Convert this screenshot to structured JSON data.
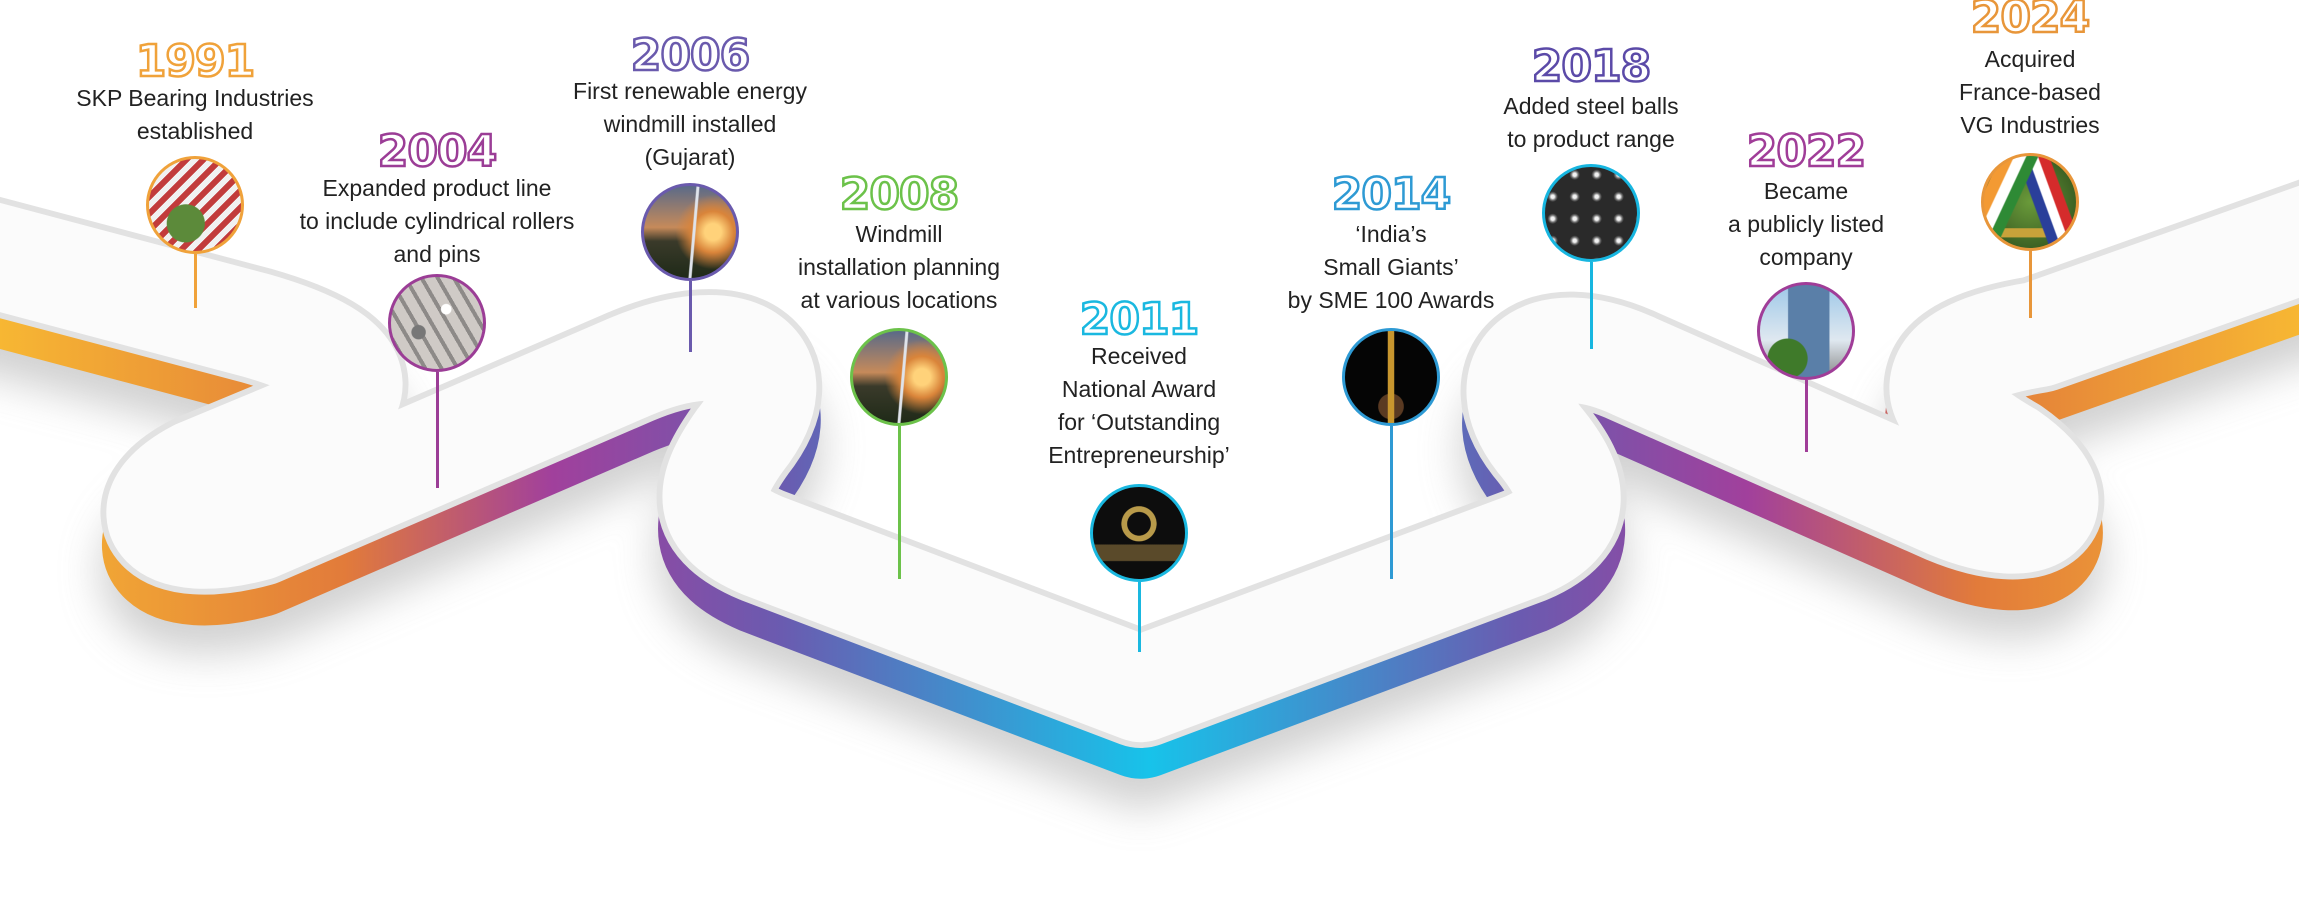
{
  "milestones": [
    {
      "year": "1991",
      "lines": [
        "SKP Bearing Industries",
        "established"
      ],
      "color": "#f0a23a",
      "image": "factory-aerial"
    },
    {
      "year": "2004",
      "lines": [
        "Expanded product line",
        "to include cylindrical rollers",
        "and pins"
      ],
      "color": "#9b3d96",
      "image": "rollers-and-pins"
    },
    {
      "year": "2006",
      "lines": [
        "First renewable energy",
        "windmill installed",
        "(Gujarat)"
      ],
      "color": "#6a5aad",
      "image": "windmill-sunset"
    },
    {
      "year": "2008",
      "lines": [
        "Windmill",
        "installation planning",
        "at various locations"
      ],
      "color": "#6cc24a",
      "image": "windmill-sunset"
    },
    {
      "year": "2011",
      "lines": [
        "Received",
        "National Award",
        "for ‘Outstanding",
        "Entrepreneurship’"
      ],
      "color": "#1ab8e0",
      "image": "award-trophy"
    },
    {
      "year": "2014",
      "lines": [
        "‘India’s",
        "Small Giants’",
        "by SME 100 Awards"
      ],
      "color": "#2e9ad4",
      "image": "star-trophy"
    },
    {
      "year": "2018",
      "lines": [
        "Added steel balls",
        "to product range"
      ],
      "color": "#5b4aa8",
      "image": "steel-balls"
    },
    {
      "year": "2022",
      "lines": [
        "Became",
        "a publicly listed",
        "company"
      ],
      "color": "#a03d98",
      "image": "nse-building"
    },
    {
      "year": "2024",
      "lines": [
        "Acquired",
        "France-based",
        "VG Industries"
      ],
      "color": "#e8963a",
      "image": "india-france-flags"
    }
  ]
}
